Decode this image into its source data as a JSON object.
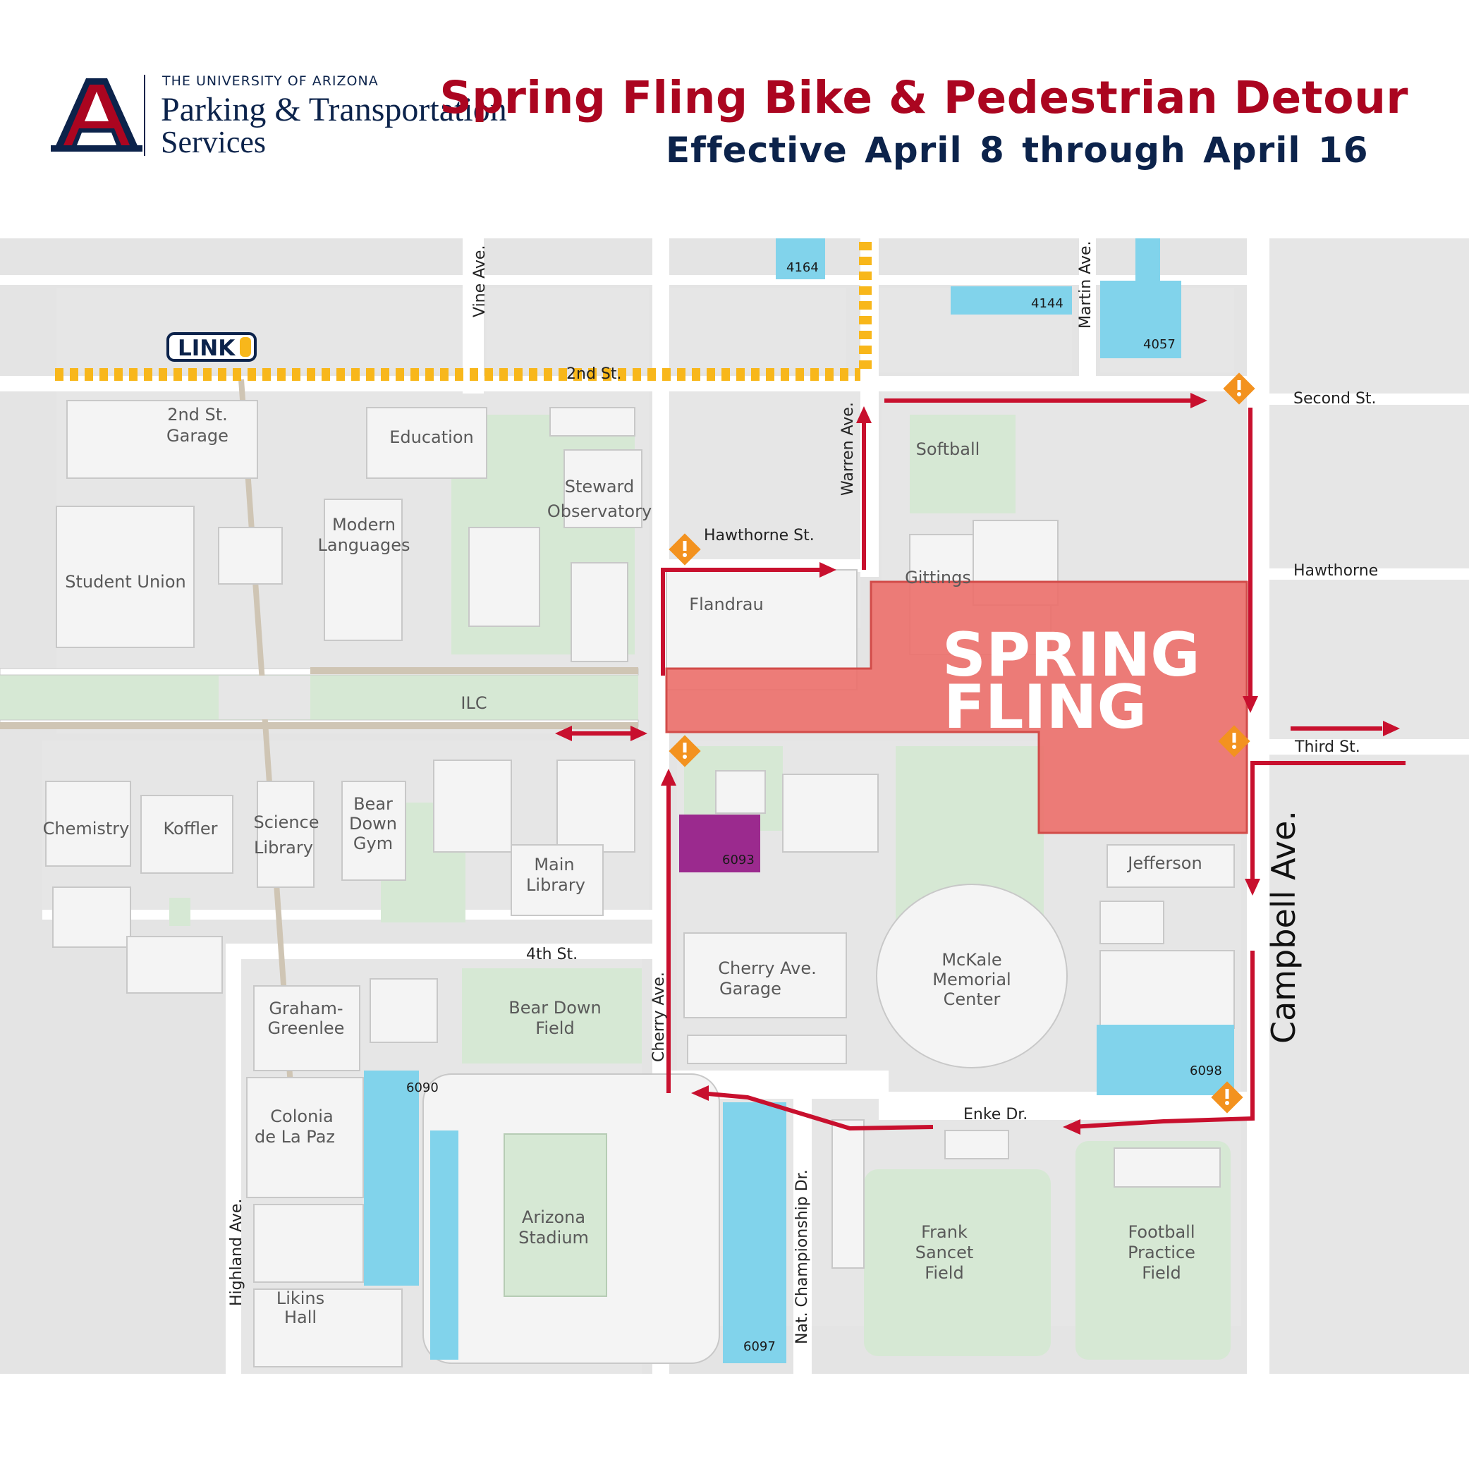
{
  "header": {
    "university": "THE UNIVERSITY OF ARIZONA",
    "department_line1": "Parking & Transportation",
    "department_line2": "Services",
    "title": "Spring Fling Bike & Pedestrian Detour",
    "subtitle": "Effective  April 8 through April 16"
  },
  "colors": {
    "brand_navy": "#0c234b",
    "brand_red": "#ab0520",
    "detour_route": "#c8102e",
    "event_zone": "#ec6f6a",
    "parking_lot": "#81d3eb",
    "special_lot": "#9b2a8e",
    "caution_icon": "#f3921f",
    "streetcar_line": "#f8b71b",
    "green_space": "#d6e8d4",
    "building": "#f4f4f4",
    "block": "#e4e4e4"
  },
  "icons": {
    "streetcar_logo": "sun-link-logo",
    "caution": "warning-diamond-icon",
    "route_arrow": "arrow-icon"
  },
  "map": {
    "sunlink": "LINK",
    "event_zone": {
      "line1": "SPRING",
      "line2": "FLING"
    },
    "streets": {
      "second_st_west": "2nd St.",
      "second_st_east": "Second St.",
      "vine": "Vine Ave.",
      "warren": "Warren Ave.",
      "martin": "Martin Ave.",
      "hawthorne_st": "Hawthorne St.",
      "hawthorne_east": "Hawthorne",
      "third_st": "Third St.",
      "campbell": "Campbell Ave.",
      "fourth_st": "4th St.",
      "cherry": "Cherry Ave.",
      "enke": "Enke Dr.",
      "highland": "Highland Ave.",
      "nat_championship": "Nat. Championship Dr."
    },
    "buildings": {
      "second_st_garage": [
        "2nd St.",
        "Garage"
      ],
      "education": [
        "Education"
      ],
      "steward": [
        "Steward",
        "Observatory"
      ],
      "modern_languages": [
        "Modern",
        "Languages"
      ],
      "student_union": [
        "Student Union"
      ],
      "softball": [
        "Softball"
      ],
      "gittings": [
        "Gittings"
      ],
      "flandrau": [
        "Flandrau"
      ],
      "ilc": [
        "ILC"
      ],
      "chemistry": [
        "Chemistry"
      ],
      "koffler": [
        "Koffler"
      ],
      "science_library": [
        "Science",
        "Library"
      ],
      "bear_down_gym": [
        "Bear",
        "Down",
        "Gym"
      ],
      "main_library": [
        "Main",
        "Library"
      ],
      "jefferson": [
        "Jefferson"
      ],
      "cherry_garage": [
        "Cherry Ave.",
        "Garage"
      ],
      "mckale": [
        "McKale",
        "Memorial",
        "Center"
      ],
      "bear_down_field": [
        "Bear Down",
        "Field"
      ],
      "graham_greenlee": [
        "Graham-",
        "Greenlee"
      ],
      "colonia": [
        "Colonia",
        "de La Paz"
      ],
      "arizona_stadium": [
        "Arizona",
        "Stadium"
      ],
      "likins": [
        "Likins",
        "Hall"
      ],
      "frank_sancet": [
        "Frank",
        "Sancet",
        "Field"
      ],
      "football_practice": [
        "Football",
        "Practice",
        "Field"
      ]
    },
    "lots": {
      "lot_4164": "4164",
      "lot_4144": "4144",
      "lot_4057": "4057",
      "lot_6093": "6093",
      "lot_6098": "6098",
      "lot_6090": "6090",
      "lot_6097": "6097"
    }
  }
}
